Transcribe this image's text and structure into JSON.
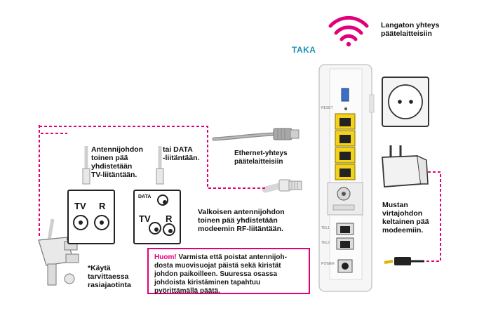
{
  "header": {
    "section_title": "TAKA"
  },
  "wifi": {
    "label": "Langaton yhteys\npäätelaitteisiin",
    "color": "#e2007a"
  },
  "router": {
    "side_labels": [
      "RESET",
      "TEL1",
      "TEL2",
      "POWER"
    ]
  },
  "ethernet": {
    "label": "Ethernet-yhteys\npäätelaitteisiin"
  },
  "antenna": {
    "tv_cable_label": "Antennijohdon\ntoinen pää\nyhdistetään\nTV-liitäntään.",
    "data_label": "tai DATA\n-liitäntään.",
    "white_cable_label": "Valkoisen antennijohdon\ntoinen pää yhdistetään\nmodeemin RF-liitäntään.",
    "splitter_label": "*Käytä\ntarvittaessa\nrasiajaotinta"
  },
  "wall_socket_1": {
    "tv": "TV",
    "r": "R"
  },
  "wall_socket_2": {
    "data": "DATA",
    "tv": "TV",
    "r": "R"
  },
  "power": {
    "label": "Mustan\nvirtajohdon\nkeltainen pää\nmodeemiin."
  },
  "note": {
    "highlight": "Huom!",
    "text": " Varmista että poistat antennijoh-dosta muovisuojat päistä sekä kiristät johdon paikoilleen. Suuressa osassa johdoista kiristäminen tapahtuu pyörittämällä päätä."
  },
  "colors": {
    "accent": "#e2007a",
    "taka": "#1a8fb5",
    "port_yellow": "#f2d21a"
  }
}
